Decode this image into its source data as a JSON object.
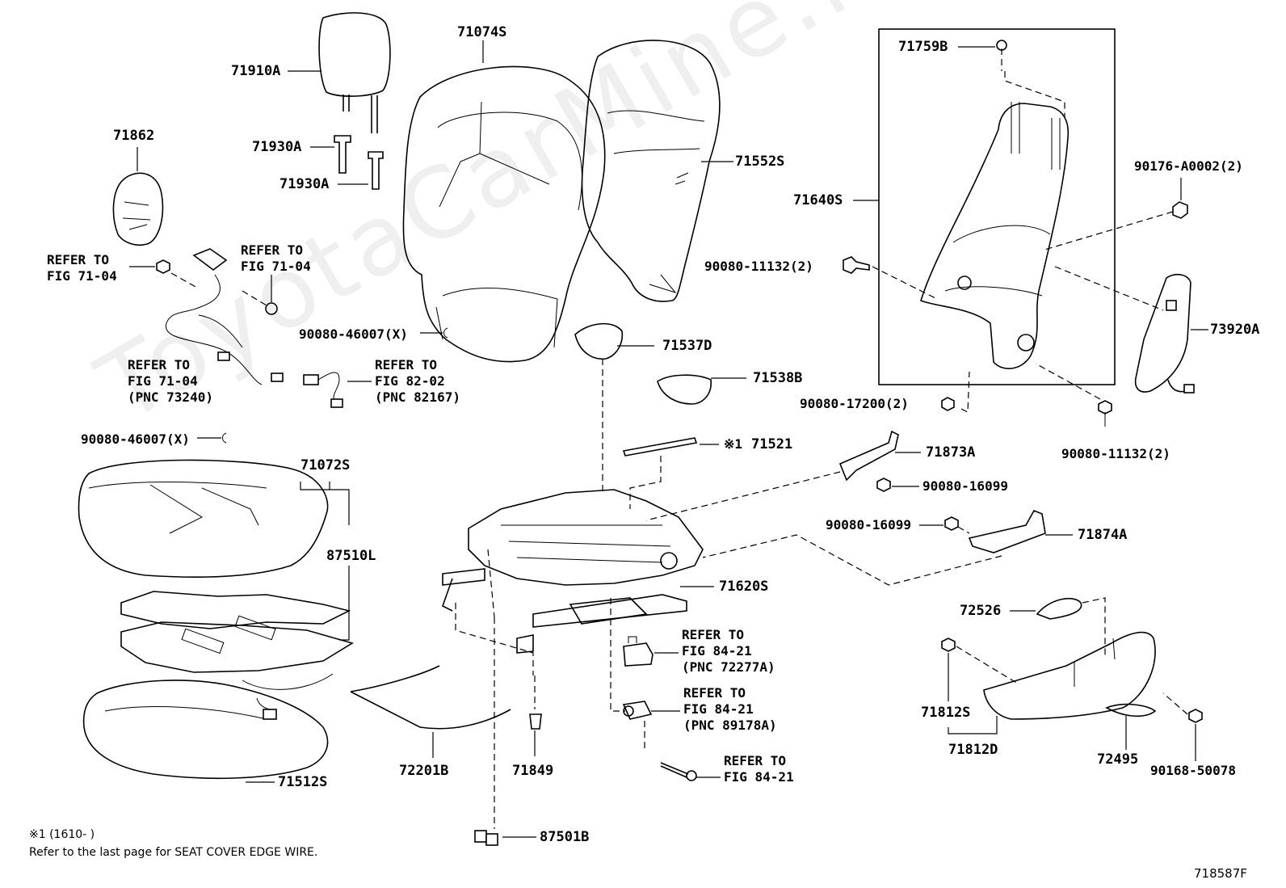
{
  "watermark": "ToyotaCarMine.ru",
  "labels": {
    "p71910A": "71910A",
    "p71862": "71862",
    "p71930A_1": "71930A",
    "p71930A_2": "71930A",
    "p71074S": "71074S",
    "p71552S": "71552S",
    "p71759B": "71759B",
    "p71640S": "71640S",
    "p90176": "90176-A0002(2)",
    "p90080_11132_a": "90080-11132(2)",
    "p73920A": "73920A",
    "p90080_17200": "90080-17200(2)",
    "p90080_11132_b": "90080-11132(2)",
    "p71537D": "71537D",
    "p71538B": "71538B",
    "p71521_mark": "※1",
    "p71521": "71521",
    "p71873A": "71873A",
    "p90080_16099_a": "90080-16099",
    "p90080_16099_b": "90080-16099",
    "p71874A": "71874A",
    "p90080_46007_a": "90080-46007(X)",
    "p90080_46007_b": "90080-46007(X)",
    "p71072S": "71072S",
    "p87510L": "87510L",
    "p71620S": "71620S",
    "p72526": "72526",
    "p71812S": "71812S",
    "p71812D": "71812D",
    "p72495": "72495",
    "p90168": "90168-50078",
    "p71512S": "71512S",
    "p72201B": "72201B",
    "p71849": "71849",
    "p87501B": "87501B"
  },
  "refs": {
    "ref_a": [
      "REFER TO",
      "FIG 71-04"
    ],
    "ref_b": [
      "REFER TO",
      "FIG 71-04"
    ],
    "ref_c": [
      "REFER TO",
      "FIG 71-04",
      "(PNC 73240)"
    ],
    "ref_d": [
      "REFER TO",
      "FIG 82-02",
      "(PNC 82167)"
    ],
    "ref_e": [
      "REFER TO",
      "FIG 84-21",
      "(PNC 72277A)"
    ],
    "ref_f": [
      "REFER TO",
      "FIG 84-21",
      "(PNC 89178A)"
    ],
    "ref_g": [
      "REFER TO",
      "FIG 84-21"
    ]
  },
  "notes": {
    "footnote_mark": "※1 (1610-        )",
    "footnote_text": "Refer to the last page for SEAT COVER EDGE WIRE.",
    "figure_id": "718587F"
  }
}
